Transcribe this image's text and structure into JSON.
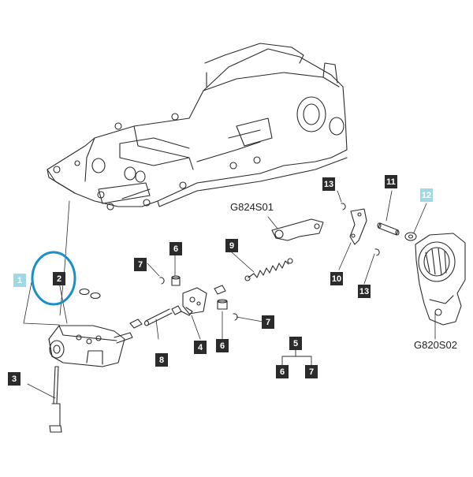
{
  "colors": {
    "ink": "#2b2b2b",
    "highlight_callout": "#9fd8e6",
    "highlight_ring": "#1a8fc7",
    "callout_text": "#ffffff"
  },
  "callouts": [
    {
      "id": "c1",
      "label": "1",
      "highlight": true
    },
    {
      "id": "c2",
      "label": "2",
      "highlight": false
    },
    {
      "id": "c3",
      "label": "3",
      "highlight": false
    },
    {
      "id": "c4",
      "label": "4",
      "highlight": false
    },
    {
      "id": "c5",
      "label": "5",
      "highlight": false
    },
    {
      "id": "c6a",
      "label": "6",
      "highlight": false
    },
    {
      "id": "c6b",
      "label": "6",
      "highlight": false
    },
    {
      "id": "c6c",
      "label": "6",
      "highlight": false
    },
    {
      "id": "c7a",
      "label": "7",
      "highlight": false
    },
    {
      "id": "c7b",
      "label": "7",
      "highlight": false
    },
    {
      "id": "c7c",
      "label": "7",
      "highlight": false
    },
    {
      "id": "c8",
      "label": "8",
      "highlight": false
    },
    {
      "id": "c9",
      "label": "9",
      "highlight": false
    },
    {
      "id": "c10",
      "label": "10",
      "highlight": false
    },
    {
      "id": "c11",
      "label": "11",
      "highlight": false
    },
    {
      "id": "c12",
      "label": "12",
      "highlight": true
    },
    {
      "id": "c13a",
      "label": "13",
      "highlight": false
    },
    {
      "id": "c13b",
      "label": "13",
      "highlight": false
    }
  ],
  "references": {
    "linkage_code": "G824S01",
    "arm_code": "G820S02"
  }
}
